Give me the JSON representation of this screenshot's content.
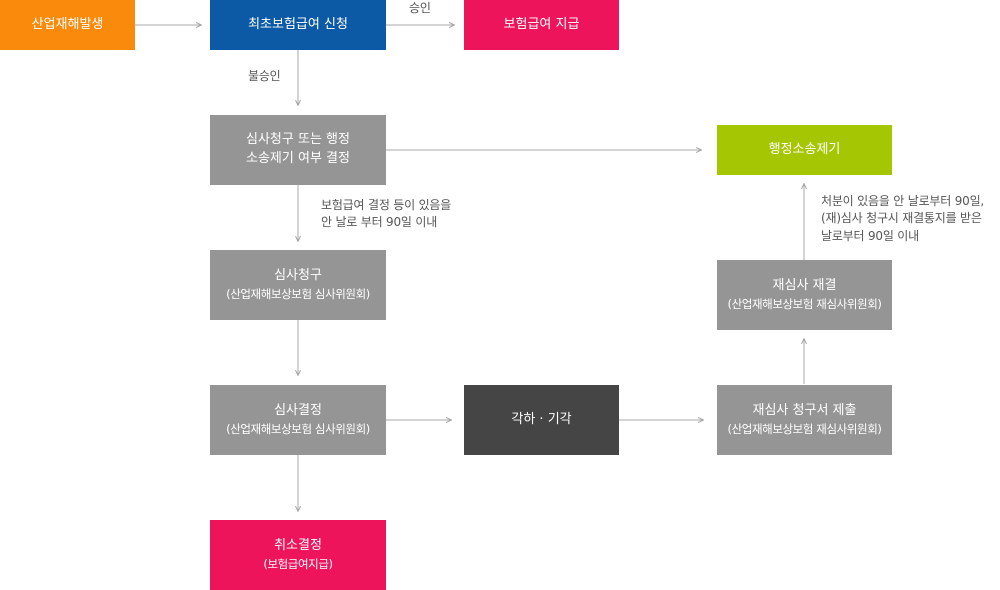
{
  "colors": {
    "start": "#f98a0b",
    "apply": "#0c5aa6",
    "pay": "#ee145b",
    "step": "#959595",
    "reject": "#454545",
    "litigation": "#a5c603",
    "connector": "#a8a8a8"
  },
  "nodes": {
    "accident": {
      "line1": "산업재해발생"
    },
    "first_claim": {
      "line1": "최초보험급여 신청"
    },
    "benefit_payment": {
      "line1": "보험급여 지급"
    },
    "decide_path": {
      "line1": "심사청구 또는 행정",
      "line2": "소송제기 여부 결정"
    },
    "review_request": {
      "line1": "심사청구",
      "line2": "(산업재해보상보험 심사위원회)"
    },
    "review_decision": {
      "line1": "심사결정",
      "line2": "(산업재해보상보험 심사위원회)"
    },
    "cancel_decision": {
      "line1": "취소결정",
      "line2": "(보험급여지급)"
    },
    "dismissal": {
      "line1": "각하 · 기각"
    },
    "rereview_submit": {
      "line1": "재심사 청구서 제출",
      "line2": "(산업재해보상보험 재심사위원회)"
    },
    "rereview_ruling": {
      "line1": "재심사 재결",
      "line2": "(산업재해보상보험 재심사위원회)"
    },
    "admin_litigation": {
      "line1": "행정소송제기"
    }
  },
  "labels": {
    "approved": "승인",
    "not_approved": "불승인",
    "deadline_review": [
      "보험급여 결정 등이 있음을",
      "안 날로 부터 90일 이내"
    ],
    "deadline_litigation": [
      "처분이 있음을 안 날로부터 90일,",
      "(재)심사 청구시 재결통지를 받은",
      "날로부터 90일 이내"
    ]
  }
}
